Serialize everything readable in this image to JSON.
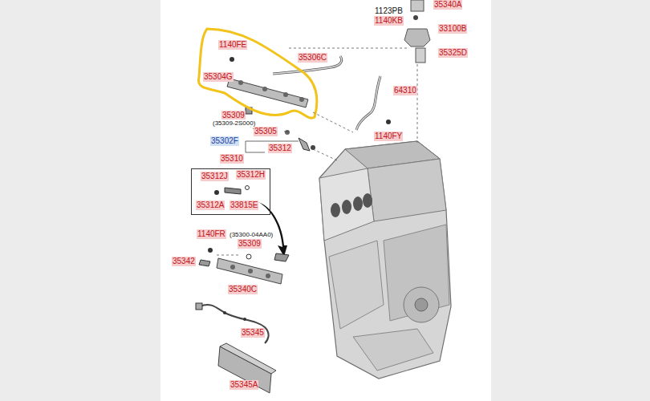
{
  "diagram": {
    "nodes": [
      {
        "text": [
          "35310",
          "35312J",
          "35312H",
          "35312A",
          "33815E"
        ]
      }
    ],
    "labels": [
      "35340A",
      "1123PB",
      "1140KB",
      "33100B",
      "35325D",
      "1140FE",
      "35306C",
      "35304G",
      "64310",
      "35309",
      "(35309-2S000)",
      "35305",
      "1140FY",
      "35302F",
      "35312",
      "1140FR",
      "(35300-04AA0)",
      "35309",
      "35342",
      "35340C",
      "35345",
      "35345A"
    ]
  }
}
